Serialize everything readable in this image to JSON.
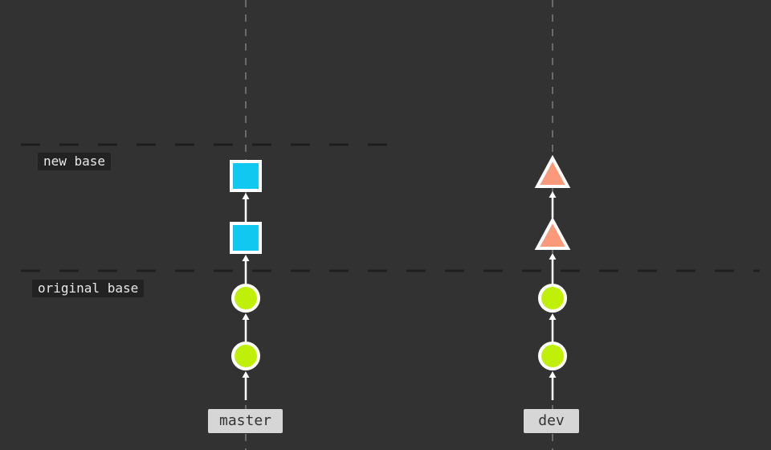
{
  "colors": {
    "background": "#323232",
    "commit_green": "#c0f00a",
    "commit_blue": "#10c8f0",
    "commit_orange": "#fa9a7a",
    "outline": "#ffffff"
  },
  "base_lines": {
    "new_base": "new base",
    "original_base": "original base"
  },
  "branches": [
    {
      "label": "master"
    },
    {
      "label": "dev"
    }
  ],
  "commits": {
    "master": [
      {
        "shape": "circle",
        "color": "#c0f00a"
      },
      {
        "shape": "circle",
        "color": "#c0f00a"
      },
      {
        "shape": "square",
        "color": "#10c8f0"
      },
      {
        "shape": "square",
        "color": "#10c8f0"
      }
    ],
    "dev": [
      {
        "shape": "circle",
        "color": "#c0f00a"
      },
      {
        "shape": "circle",
        "color": "#c0f00a"
      },
      {
        "shape": "triangle",
        "color": "#fa9a7a"
      },
      {
        "shape": "triangle",
        "color": "#fa9a7a"
      }
    ]
  }
}
